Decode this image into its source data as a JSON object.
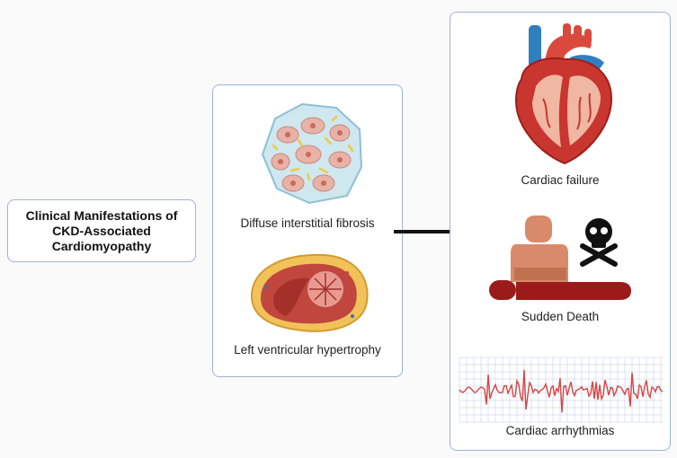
{
  "title": "Clinical Manifestations of CKD-Associated Cardiomyopathy",
  "middle_panel": {
    "items": [
      {
        "label": "Diffuse interstitial fibrosis",
        "icon": "fibrosis-tissue-icon"
      },
      {
        "label": "Left ventricular hypertrophy",
        "icon": "ventricle-cross-section-icon"
      }
    ]
  },
  "right_panel": {
    "items": [
      {
        "label": "Cardiac failure",
        "icon": "heart-anatomy-icon"
      },
      {
        "label": "Sudden Death",
        "icon": "collapsed-person-icon"
      },
      {
        "label": "Cardiac arrhythmias",
        "icon": "ecg-trace-icon"
      }
    ]
  },
  "colors": {
    "box_border": "#9fb1d4",
    "arrow": "#111111",
    "heart_red": "#c9352f",
    "vessel_blue": "#2f7fc1",
    "person": "#d98a6a",
    "body_dark": "#9b1b1b",
    "ecg_line": "#d64545",
    "ecg_grid": "#b9c9e2"
  }
}
